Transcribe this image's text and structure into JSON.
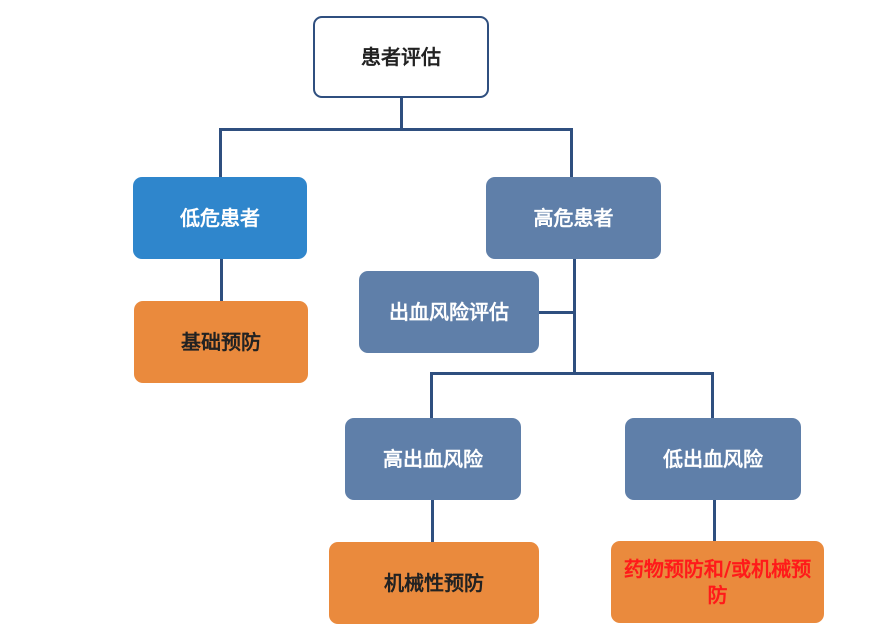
{
  "diagram": {
    "root": {
      "label": "患者评估"
    },
    "low_risk": {
      "label": "低危患者"
    },
    "high_risk": {
      "label": "高危患者"
    },
    "basic_prevention": {
      "label": "基础预防"
    },
    "bleeding_assessment": {
      "label": "出血风险评估"
    },
    "high_bleeding": {
      "label": "高出血风险"
    },
    "low_bleeding": {
      "label": "低出血风险"
    },
    "mechanical_prevention": {
      "label": "机械性预防"
    },
    "drug_prevention": {
      "label": "药物预防和/或机械预防",
      "color": "#ff1a1a"
    }
  },
  "colors": {
    "connector": "#2f4f7f",
    "low_node": "#2f86cc",
    "high_node": "#5f7fa9",
    "prevention_node": "#ea8a3d"
  }
}
